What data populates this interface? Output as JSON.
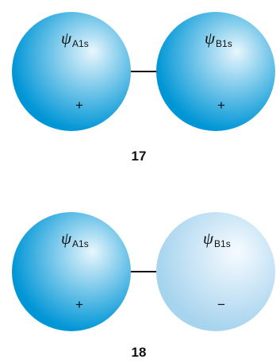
{
  "diagrams": [
    {
      "caption": "17",
      "orbitals": [
        {
          "psi": "ψ",
          "subscript": "A1s",
          "sign": "+",
          "shade": "dark"
        },
        {
          "psi": "ψ",
          "subscript": "B1s",
          "sign": "+",
          "shade": "dark"
        }
      ]
    },
    {
      "caption": "18",
      "orbitals": [
        {
          "psi": "ψ",
          "subscript": "A1s",
          "sign": "+",
          "shade": "dark"
        },
        {
          "psi": "ψ",
          "subscript": "B1s",
          "sign": "−",
          "shade": "light"
        }
      ]
    }
  ],
  "colors": {
    "dark_edge": "#0096d6",
    "dark_highlight": "#e8f6fd",
    "light_edge": "#a6d3ee",
    "light_highlight": "#f6fbff",
    "bond": "#111111"
  }
}
